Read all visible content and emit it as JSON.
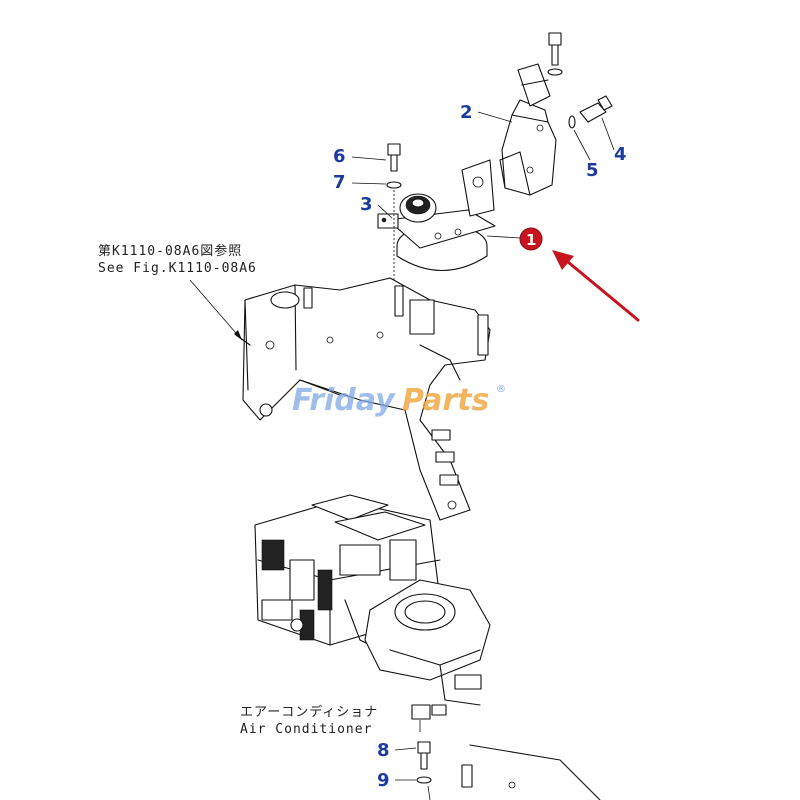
{
  "callouts": {
    "n1": "1",
    "n2": "2",
    "n3": "3",
    "n4": "4",
    "n5": "5",
    "n6": "6",
    "n7": "7",
    "n8": "8",
    "n9": "9"
  },
  "reference": {
    "jp": "第K1110-08A6図参照",
    "en": "See Fig.K1110-08A6"
  },
  "assembly_label": {
    "jp": "エアーコンディショナ",
    "en": "Air Conditioner"
  },
  "watermark": {
    "part1": "Friday",
    "part2": "Parts",
    "registered": "®"
  },
  "colors": {
    "callout_number": "#1d3b9c",
    "highlight_badge": "#c8141e",
    "arrow": "#c8141e",
    "watermark_blue": "#7fa9e6",
    "watermark_orange": "#f0a43a"
  }
}
